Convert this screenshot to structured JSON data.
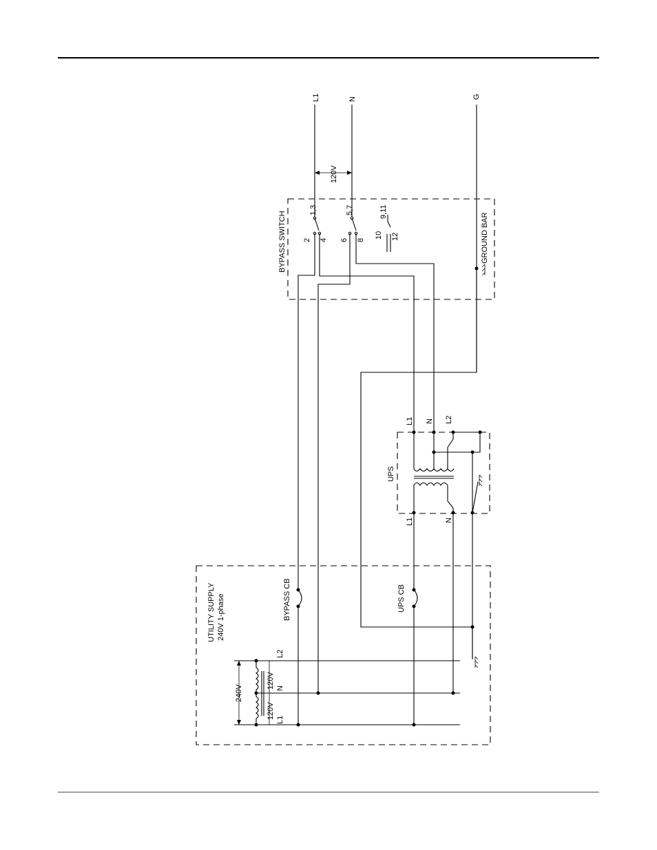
{
  "terminals": {
    "l1": "L1",
    "n": "N",
    "g": "G"
  },
  "voltage_out": "120V",
  "bypass_switch": {
    "title": "BYPASS SWITCH",
    "contacts": [
      "1,3",
      "2",
      "4",
      "5,7",
      "6",
      "8",
      "9,11",
      "10",
      "12"
    ],
    "ground_bar": "GROUND BAR"
  },
  "ups": {
    "title": "UPS",
    "output_l1": "L1",
    "output_n": "N",
    "output_l2": "L2",
    "input_l1": "L1",
    "input_n": "N"
  },
  "utility": {
    "title_line1": "UTILITY SUPPLY",
    "title_line2": "240V 1-phase",
    "bypass_cb": "BYPASS CB",
    "ups_cb": "UPS CB",
    "l1": "L1",
    "n": "N",
    "l2": "L2",
    "v240": "240V",
    "v120a": "120V",
    "v120b": "120V"
  }
}
